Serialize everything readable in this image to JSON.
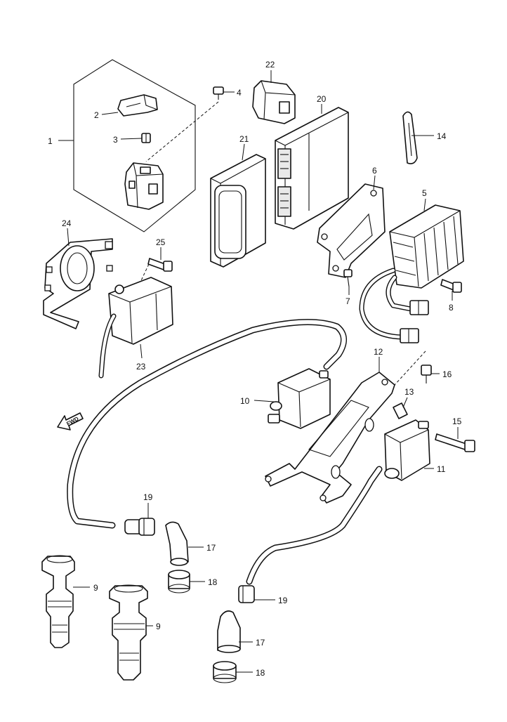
{
  "diagram": {
    "callouts": {
      "c1": "1",
      "c2": "2",
      "c3": "3",
      "c4": "4",
      "c5": "5",
      "c6": "6",
      "c7": "7",
      "c8": "8",
      "c9a": "9",
      "c9b": "9",
      "c10": "10",
      "c11": "11",
      "c12": "12",
      "c13": "13",
      "c14": "14",
      "c15": "15",
      "c16": "16",
      "c17a": "17",
      "c17b": "17",
      "c18a": "18",
      "c18b": "18",
      "c19a": "19",
      "c19b": "19",
      "c20": "20",
      "c21": "21",
      "c22": "22",
      "c23": "23",
      "c24": "24",
      "c25": "25"
    },
    "direction_marker": "FWD",
    "colors": {
      "ink": "#111111",
      "paper": "#ffffff",
      "shade": "#e9e9e9"
    }
  }
}
